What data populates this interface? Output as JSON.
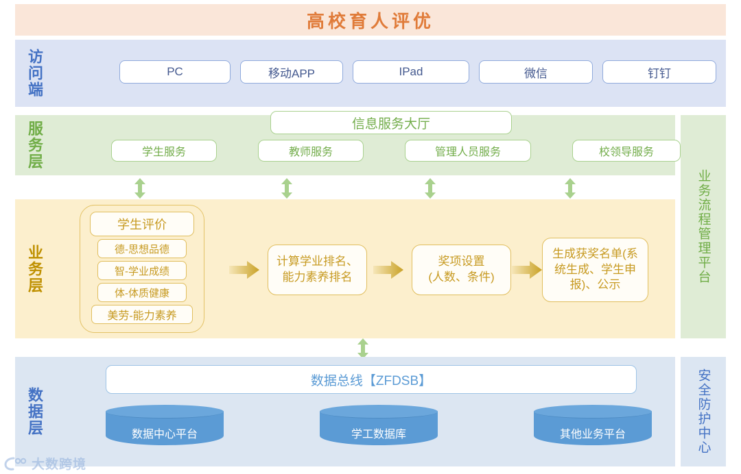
{
  "title": "高校育人评优",
  "colors": {
    "title_bg": "#FAE6D9",
    "title_fg": "#E07B39",
    "access_bg": "#DCE3F4",
    "access_fg": "#4472C4",
    "service_bg": "#DFECD5",
    "service_fg": "#70AD47",
    "business_bg": "#FCEFCD",
    "business_fg": "#BF9000",
    "data_bg": "#DCE6F2",
    "data_fg": "#4472C4",
    "cylinder": "#5B9BD5",
    "gold_arrow": "#E3C266",
    "green_arrow": "#A9D18E"
  },
  "access_layer": {
    "label": "访问端",
    "terminals": [
      {
        "label": "PC",
        "width": 140
      },
      {
        "label": "移动APP",
        "width": 128
      },
      {
        "label": "IPad",
        "width": 148
      },
      {
        "label": "微信",
        "width": 144
      },
      {
        "label": "钉钉",
        "width": 144
      }
    ]
  },
  "service_layer": {
    "label": "服务层",
    "hall": "信息服务大厅",
    "services": [
      {
        "label": "学生服务"
      },
      {
        "label": "教师服务"
      },
      {
        "label": "管理人员服务"
      },
      {
        "label": "校领导服务"
      }
    ]
  },
  "business_layer": {
    "label": "业务层",
    "evaluation_group": {
      "head": "学生评价",
      "items": [
        {
          "label": "德-思想品德"
        },
        {
          "label": "智-学业成绩"
        },
        {
          "label": "体-体质健康"
        },
        {
          "label": "美劳-能力素养"
        }
      ]
    },
    "flow": [
      {
        "label": "计算学业排名、能力素养排名"
      },
      {
        "label": "奖项设置\n(人数、条件)"
      },
      {
        "label": "生成获奖名单(系统生成、学生申报)、公示"
      }
    ]
  },
  "data_layer": {
    "label": "数据层",
    "bus": "数据总线【ZFDSB】",
    "stores": [
      {
        "label": "数据中心平台"
      },
      {
        "label": "学工数据库"
      },
      {
        "label": "其他业务平台"
      }
    ]
  },
  "side_panels": [
    {
      "label": "业务流程管理平台"
    },
    {
      "label": "安全防护中心"
    }
  ],
  "watermark": {
    "text": "大数跨境"
  }
}
